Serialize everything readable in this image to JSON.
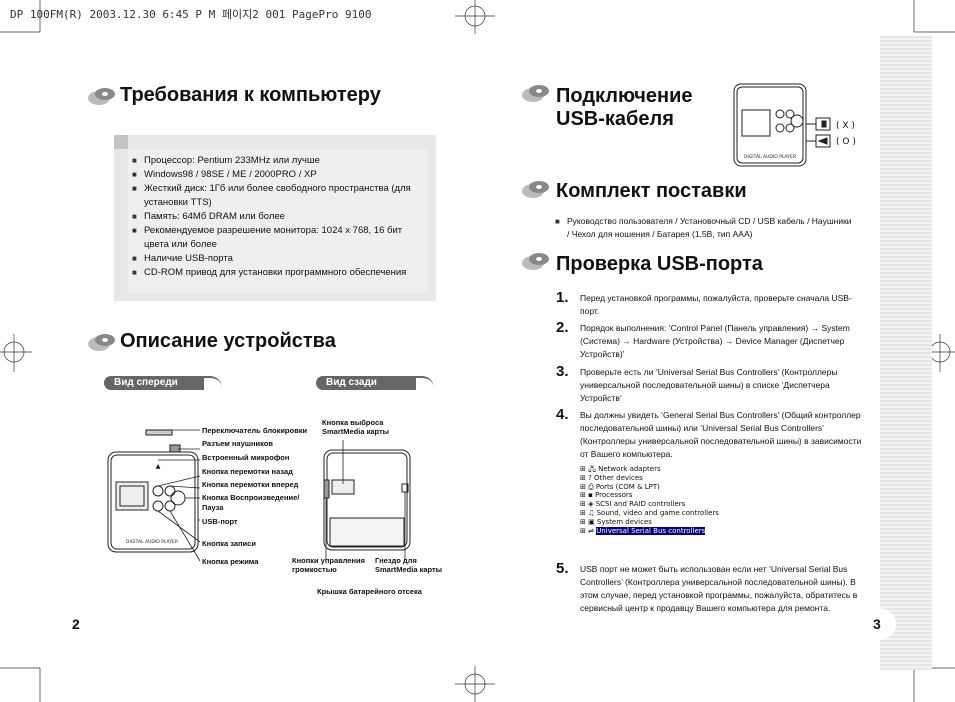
{
  "header": "DP 100FM(R)  2003.12.30 6:45 P M 페이지2  001 PagePro 9100",
  "left": {
    "requirements_title": "Требования к компьютеру",
    "requirements": [
      "Процессор: Pentium 233MHz или лучше",
      "Windows98 / 98SE / ME / 2000PRO / XP",
      "Жесткий диск: 1Гб или более свободного пространства (для установки TTS)",
      "Память: 64Мб DRAM или более",
      "Рекомендуемое разрешение монитора: 1024 x 768, 16 бит цвета или более",
      "Наличие USB-порта",
      "CD-ROM привод для установки программного обеспечения"
    ],
    "device_title": "Описание устройства",
    "front_view": "Вид спереди",
    "back_view": "Вид сзади",
    "front_labels": [
      "Переключатель блокировки",
      "Разъем наушников",
      "Встроенный микрофон",
      "Кнопка перемотки назад",
      "Кнопка перемотки вперед",
      "Кнопка Воспроизведение/",
      "Пауза",
      "USB-порт",
      "Кнопка записи",
      "Кнопка режима"
    ],
    "device_brand": "DIGITAL AUDIO PLAYER",
    "back_labels": {
      "eject": [
        "Кнопка выброса",
        "SmartMedia карты"
      ],
      "controls": [
        "Кнопки управления",
        "громкостью"
      ],
      "slot": [
        "Гнездо для",
        "SmartMedia карты"
      ],
      "battery": "Крышка батарейного отсека"
    },
    "page_number": "2"
  },
  "right": {
    "usb_title_1": "Подключение",
    "usb_title_2": "USB-кабеля",
    "plug_labels": [
      "( X )",
      "( O )"
    ],
    "kit_title": "Комплект поставки",
    "kit_text": "Руководство пользователя / Установочный CD / USB кабель / Наушники / Чехол для ношения / Батарея (1.5В, тип AAA)",
    "check_title": "Проверка USB-порта",
    "steps": [
      {
        "n": "1.",
        "text": "Перед установкой программы, пожалуйста, проверьте сначала USB-порт."
      },
      {
        "n": "2.",
        "text": "Порядок выполнения: ‘Control Panel (Панель управления) → System (Система) → Hardware (Устройства) → Device Manager (Диспетчер Устройств)’"
      },
      {
        "n": "3.",
        "text": "Проверьте есть ли ‘Universal Serial Bus Controllers’ (Контроллеры универсальной последовательной шины) в списке ‘Диспетчера Устройств’"
      },
      {
        "n": "4.",
        "text": "Вы должны увидеть ‘General Serial Bus Controllers’ (Общий контроллер последовательной шины) или ‘Universal Serial Bus Controllers’ (Контроллеры универсальной последовательной шины) в зависимости от Вашего компьютера."
      },
      {
        "n": "5.",
        "text": "USB порт не может быть использован если нет ‘Universal Serial Bus Controllers’ (Контроллера универсальной последовательной шины). В этом случае, перед установкой программы, пожалуйста, обратитесь в сервисный центр к продавцу Вашего компьютера для ремонта."
      }
    ],
    "device_manager": [
      "Network adapters",
      "Other devices",
      "Ports (COM & LPT)",
      "Processors",
      "SCSI and RAID controllers",
      "Sound, video and game controllers",
      "System devices",
      "Universal Serial Bus controllers"
    ],
    "page_number": "3"
  }
}
